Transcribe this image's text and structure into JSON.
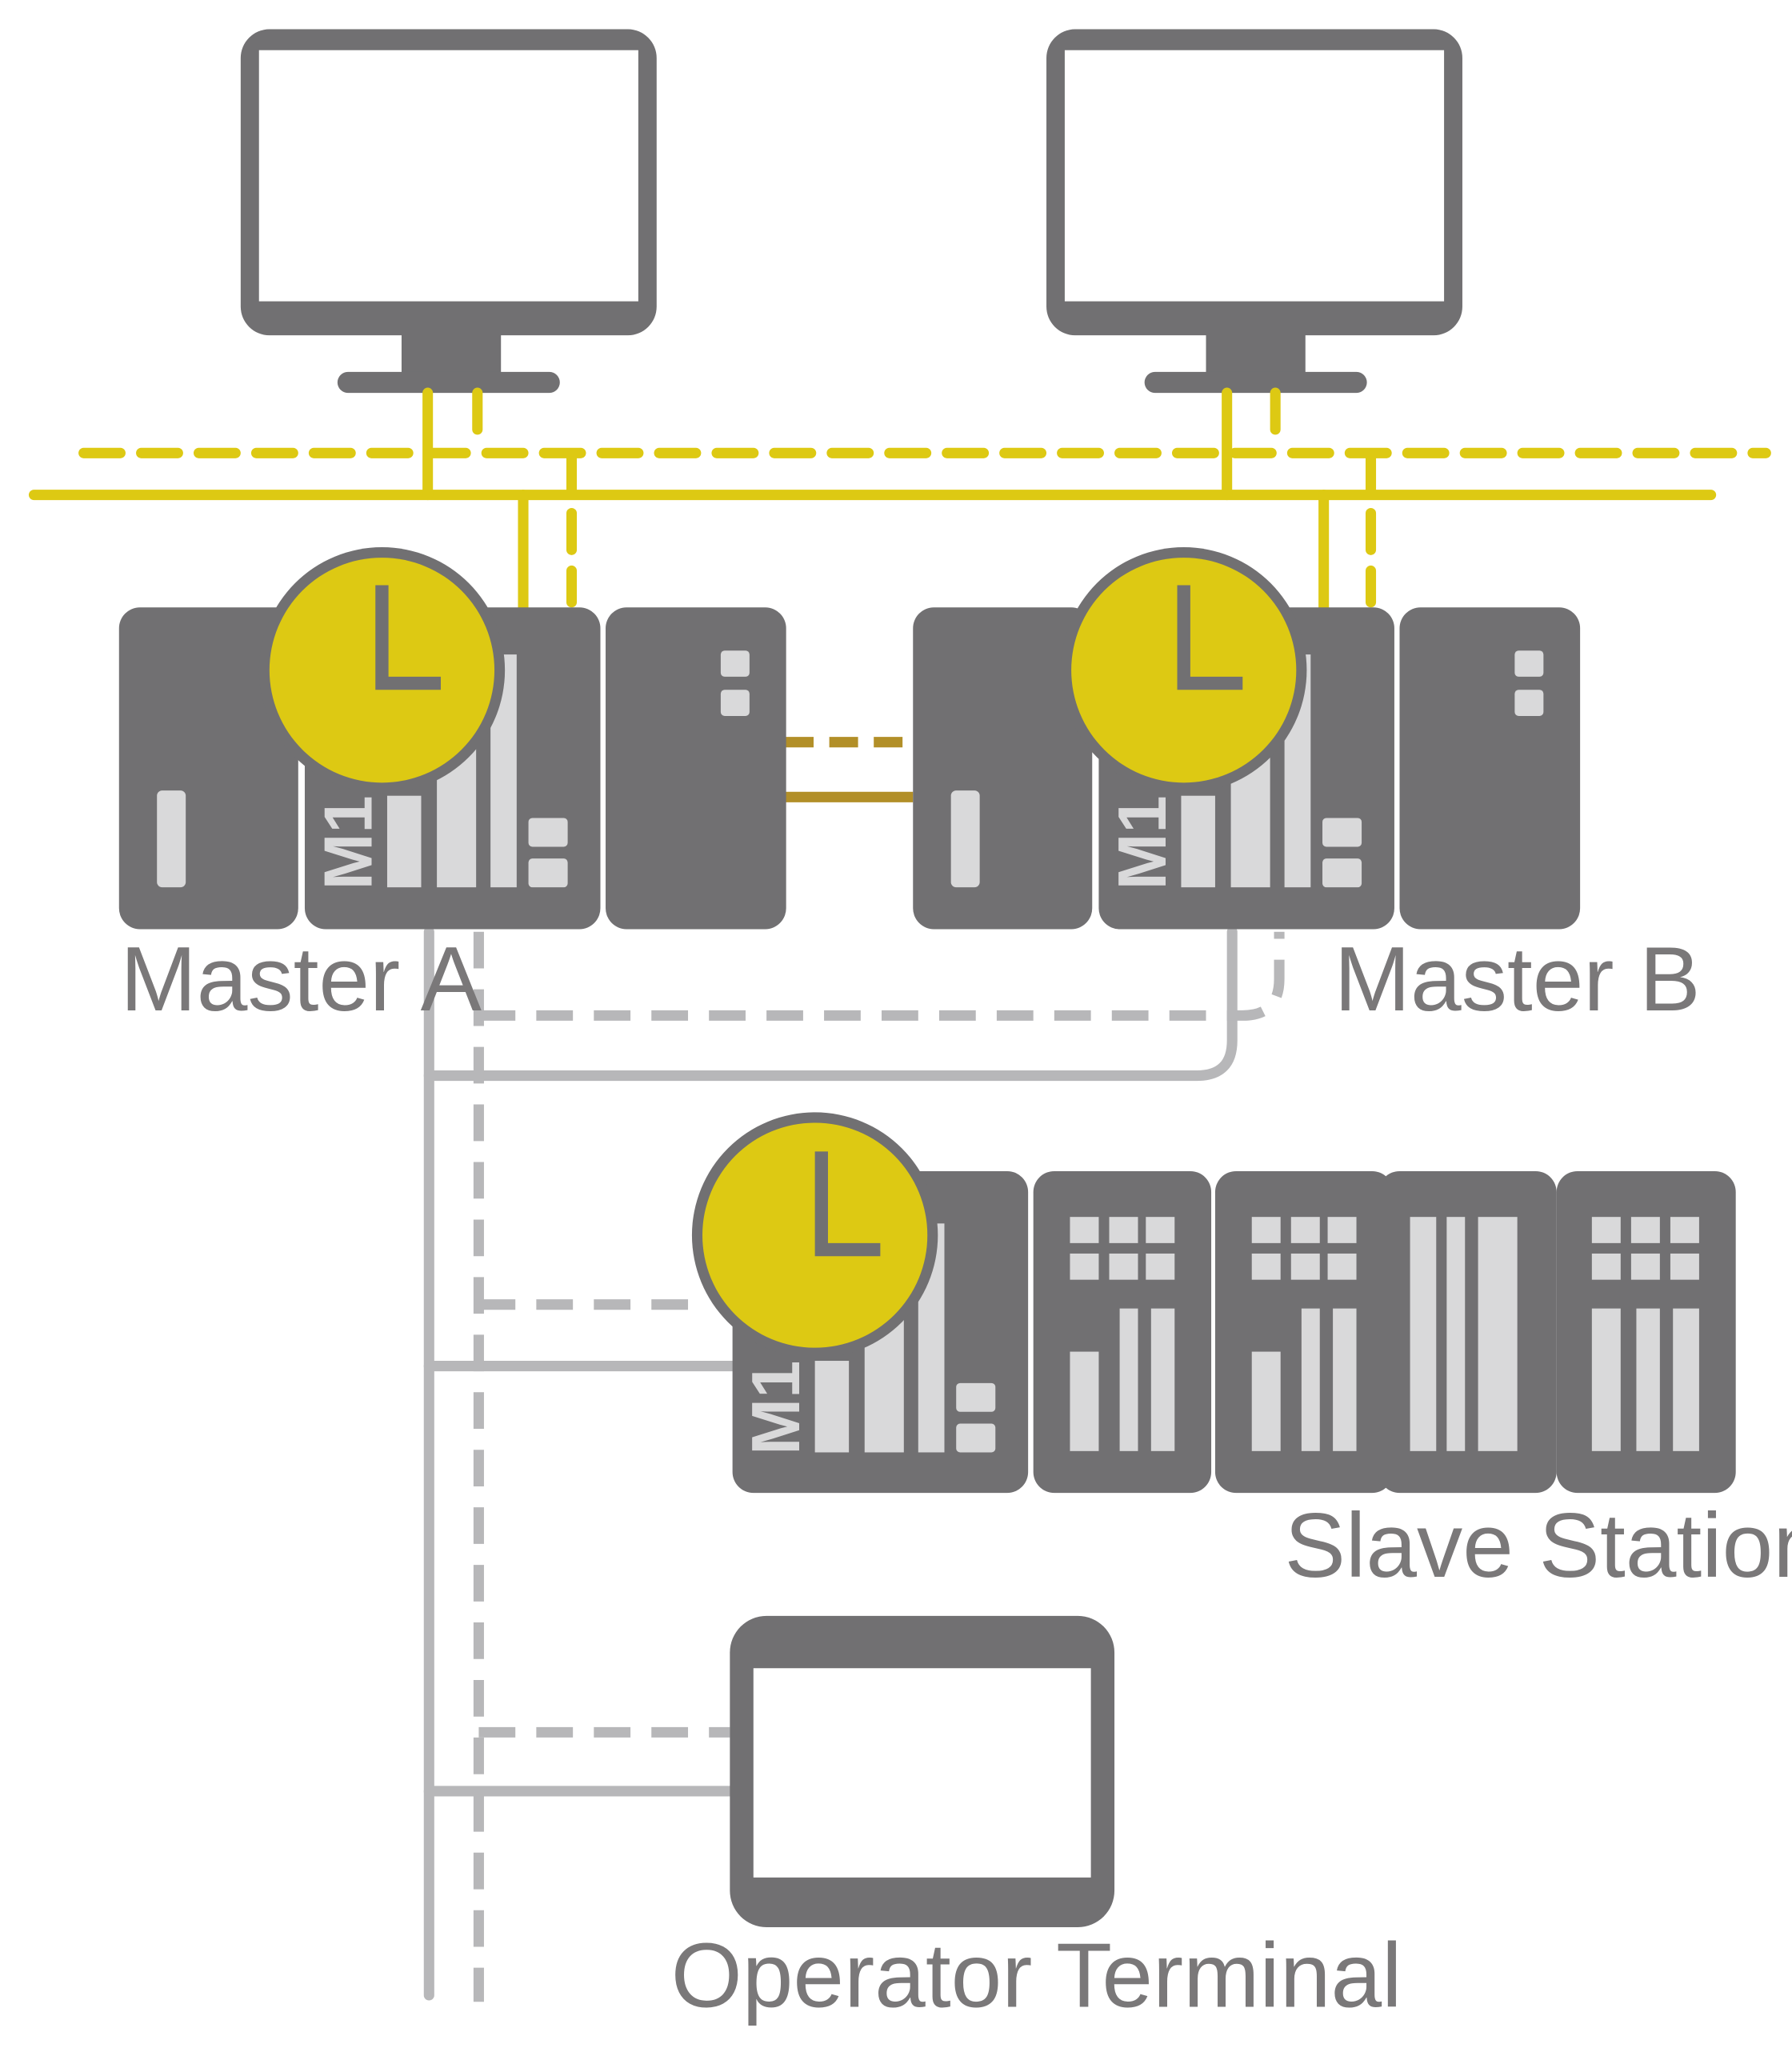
{
  "labels": {
    "master_a": "Master A",
    "master_b": "Master B",
    "slave_station": "Slave Station",
    "operator_terminal": "Operator Terminal",
    "cpu_badge": "M1"
  },
  "colors": {
    "device": "#717072",
    "device_light": "#d9d9da",
    "bus_primary": "#ddc913",
    "redundant_link": "#b28f28",
    "field_bus": "#b7b7b9",
    "clock": "#ddc913",
    "label_text": "#7a7879"
  },
  "icons": [
    "monitor-icon",
    "clock-icon",
    "plc-rack-icon",
    "operator-panel-icon"
  ]
}
